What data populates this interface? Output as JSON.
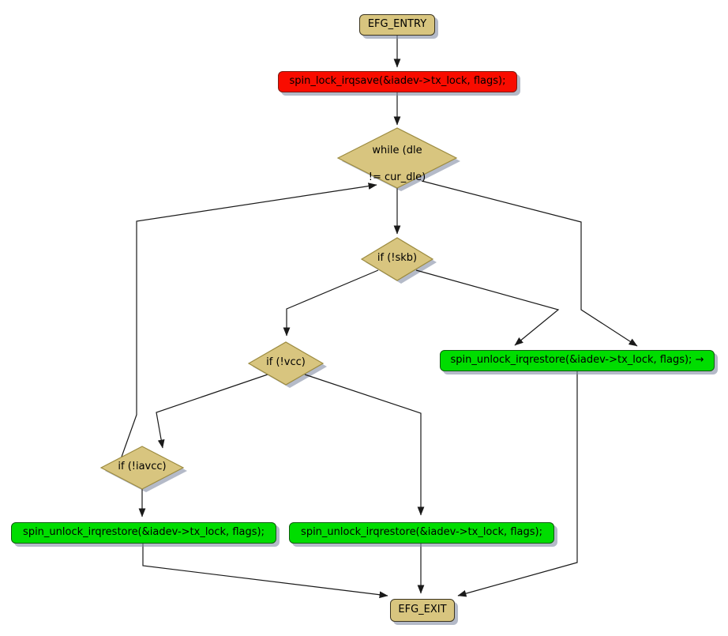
{
  "diagram_type": "control-flow-graph",
  "nodes": {
    "entry": {
      "label": "EFG_ENTRY"
    },
    "spin_lock": {
      "label": "spin_lock_irqsave(&iadev->tx_lock, flags);"
    },
    "while_loop": {
      "line1": "while (dle",
      "line2": "!= cur_dle)"
    },
    "if_skb": {
      "label": "if (!skb)"
    },
    "if_vcc": {
      "label": "if (!vcc)"
    },
    "if_iavcc": {
      "label": "if (!iavcc)"
    },
    "unlock_top_right": {
      "label": "spin_unlock_irqrestore(&iadev->tx_lock, flags); →"
    },
    "unlock_bottom_left": {
      "label": "spin_unlock_irqrestore(&iadev->tx_lock, flags);"
    },
    "unlock_bottom_mid": {
      "label": "spin_unlock_irqrestore(&iadev->tx_lock, flags);"
    },
    "exit": {
      "label": "EFG_EXIT"
    }
  },
  "edges": [
    {
      "from": "entry",
      "to": "spin_lock"
    },
    {
      "from": "spin_lock",
      "to": "while_loop"
    },
    {
      "from": "while_loop",
      "to": "if_skb"
    },
    {
      "from": "while_loop",
      "to": "unlock_top_right"
    },
    {
      "from": "if_skb",
      "to": "if_vcc"
    },
    {
      "from": "if_skb",
      "to": "unlock_top_right"
    },
    {
      "from": "if_vcc",
      "to": "if_iavcc"
    },
    {
      "from": "if_vcc",
      "to": "unlock_bottom_mid"
    },
    {
      "from": "if_iavcc",
      "to": "unlock_bottom_left"
    },
    {
      "from": "if_iavcc",
      "to": "while_loop"
    },
    {
      "from": "unlock_bottom_left",
      "to": "exit"
    },
    {
      "from": "unlock_bottom_mid",
      "to": "exit"
    },
    {
      "from": "unlock_top_right",
      "to": "exit"
    }
  ],
  "colors": {
    "background": "#ffffff",
    "node_fill": "#d8c57f",
    "diamond_border": "#9c8b40",
    "terminal_border": "#3b3420",
    "lock_fill": "#f90c00",
    "lock_border": "#7e1c12",
    "unlock_fill": "#00dd00",
    "unlock_border": "#0f5c0f",
    "edge": "#1a1a1a",
    "text": "#000000"
  }
}
